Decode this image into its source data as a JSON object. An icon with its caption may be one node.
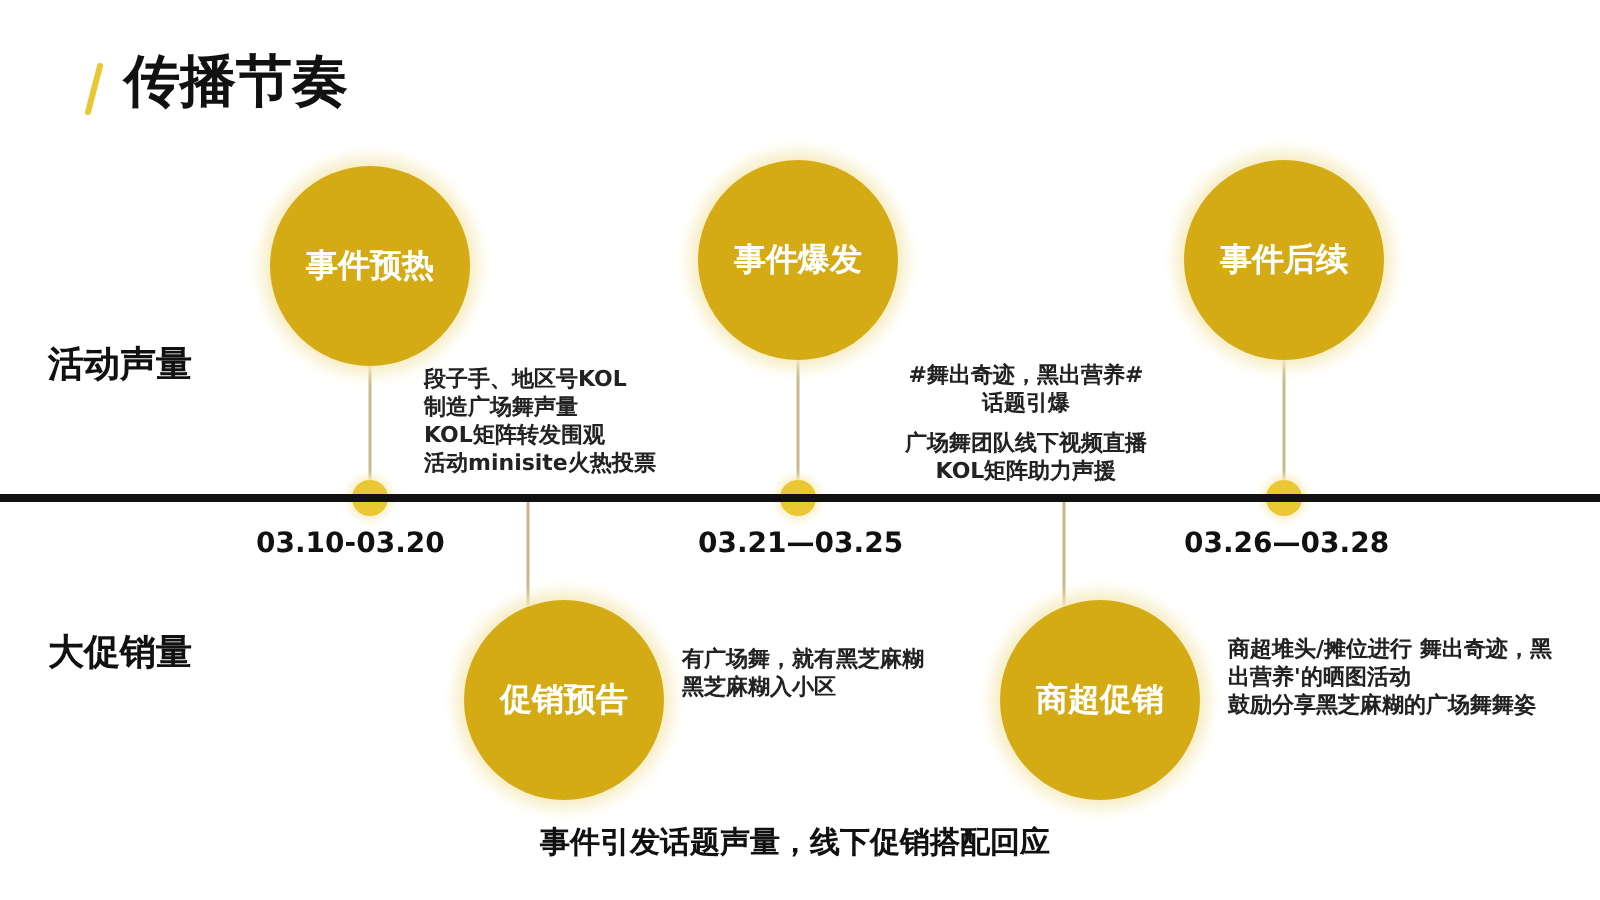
{
  "diagram": {
    "title": "传播节奏",
    "nodes": [
      {
        "text": [
          "事件预热"
        ],
        "beside": [
          "段子手、地区号KOL",
          "制造广场舞声量",
          "KOL矩阵转发围观",
          "活动minisite火热投票"
        ]
      },
      {
        "text": [
          "事件爆发"
        ],
        "beside": [
          "#舞出奇迹，黑出营养#",
          "话题引爆",
          "广场舞团队线下视频直播",
          "KOL矩阵助力声援"
        ]
      },
      {
        "text": [
          "事件后续"
        ]
      },
      {
        "text": [],
        "shape": "circle"
      },
      {
        "text": [],
        "shape": "circle"
      },
      {
        "text": [],
        "shape": "circle"
      },
      {
        "text": [],
        "shape": "bar"
      },
      {
        "text": [
          "促销预告"
        ],
        "beside": [
          "有广场舞，就有黑芝麻糊",
          "黑芝麻糊入小区"
        ]
      },
      {
        "text": [
          "商超促销"
        ],
        "beside": [
          "商超堆头/摊位进行 舞出奇迹，黑出营养'的晒图活动",
          "鼓励分享黑芝麻糊的广场舞舞姿"
        ]
      }
    ],
    "edges": [
      {
        "from": 3,
        "to": 0,
        "arrow": "none"
      },
      {
        "from": 4,
        "to": 1,
        "arrow": "none"
      },
      {
        "from": 5,
        "to": 2,
        "arrow": "none"
      },
      {
        "from": 6,
        "to": 7,
        "arrow": "none"
      },
      {
        "from": 6,
        "to": 8,
        "arrow": "none"
      }
    ],
    "labels": [
      "活动声量",
      "03.10-03.20",
      "03.21—03.25",
      "03.26—03.28",
      "大促销量"
    ],
    "caption": "事件引发话题声量，线下促销搭配回应"
  }
}
